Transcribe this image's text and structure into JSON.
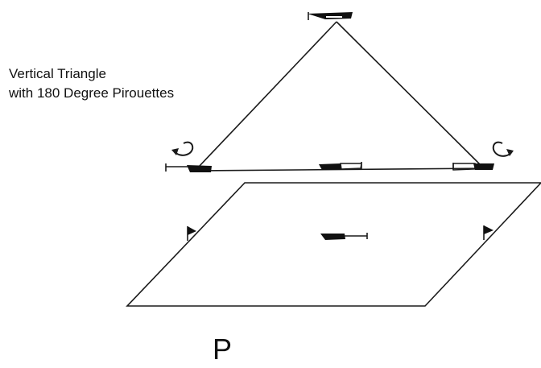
{
  "caption": {
    "line1": "Vertical Triangle",
    "line2": "with 180 Degree Pirouettes"
  },
  "station_label": "P",
  "icons": [
    "aircraft-silhouette-icon",
    "flag-marker-icon",
    "rotation-arrow-icon"
  ],
  "colors": {
    "line": "#1a1a1a",
    "fill": "#111111",
    "background": "#ffffff"
  }
}
